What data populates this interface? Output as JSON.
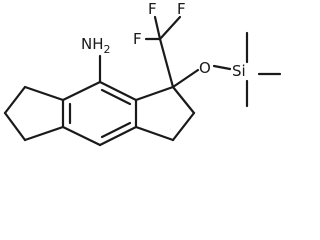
{
  "structure": {
    "amine_group": {
      "text": "NH",
      "subscript": "2"
    },
    "trifluoromethyl": {
      "fluorine_1": "F",
      "fluorine_2": "F",
      "fluorine_3": "F"
    },
    "oxygen": "O",
    "silicon": "Si"
  }
}
